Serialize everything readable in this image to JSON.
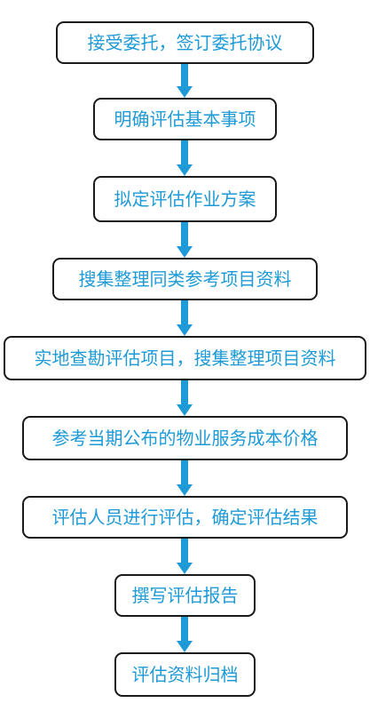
{
  "flow": {
    "steps": [
      "接受委托，签订委托协议",
      "明确评估基本事项",
      "拟定评估作业方案",
      "搜集整理同类参考项目资料",
      "实地查勘评估项目，搜集整理项目资料",
      "参考当期公布的物业服务成本价格",
      "评估人员进行评估，确定评估结果",
      "撰写评估报告",
      "评估资料归档"
    ],
    "colors": {
      "text": "#1e9ad6",
      "arrow": "#1e9ad6",
      "border": "#1a1a1a"
    }
  }
}
